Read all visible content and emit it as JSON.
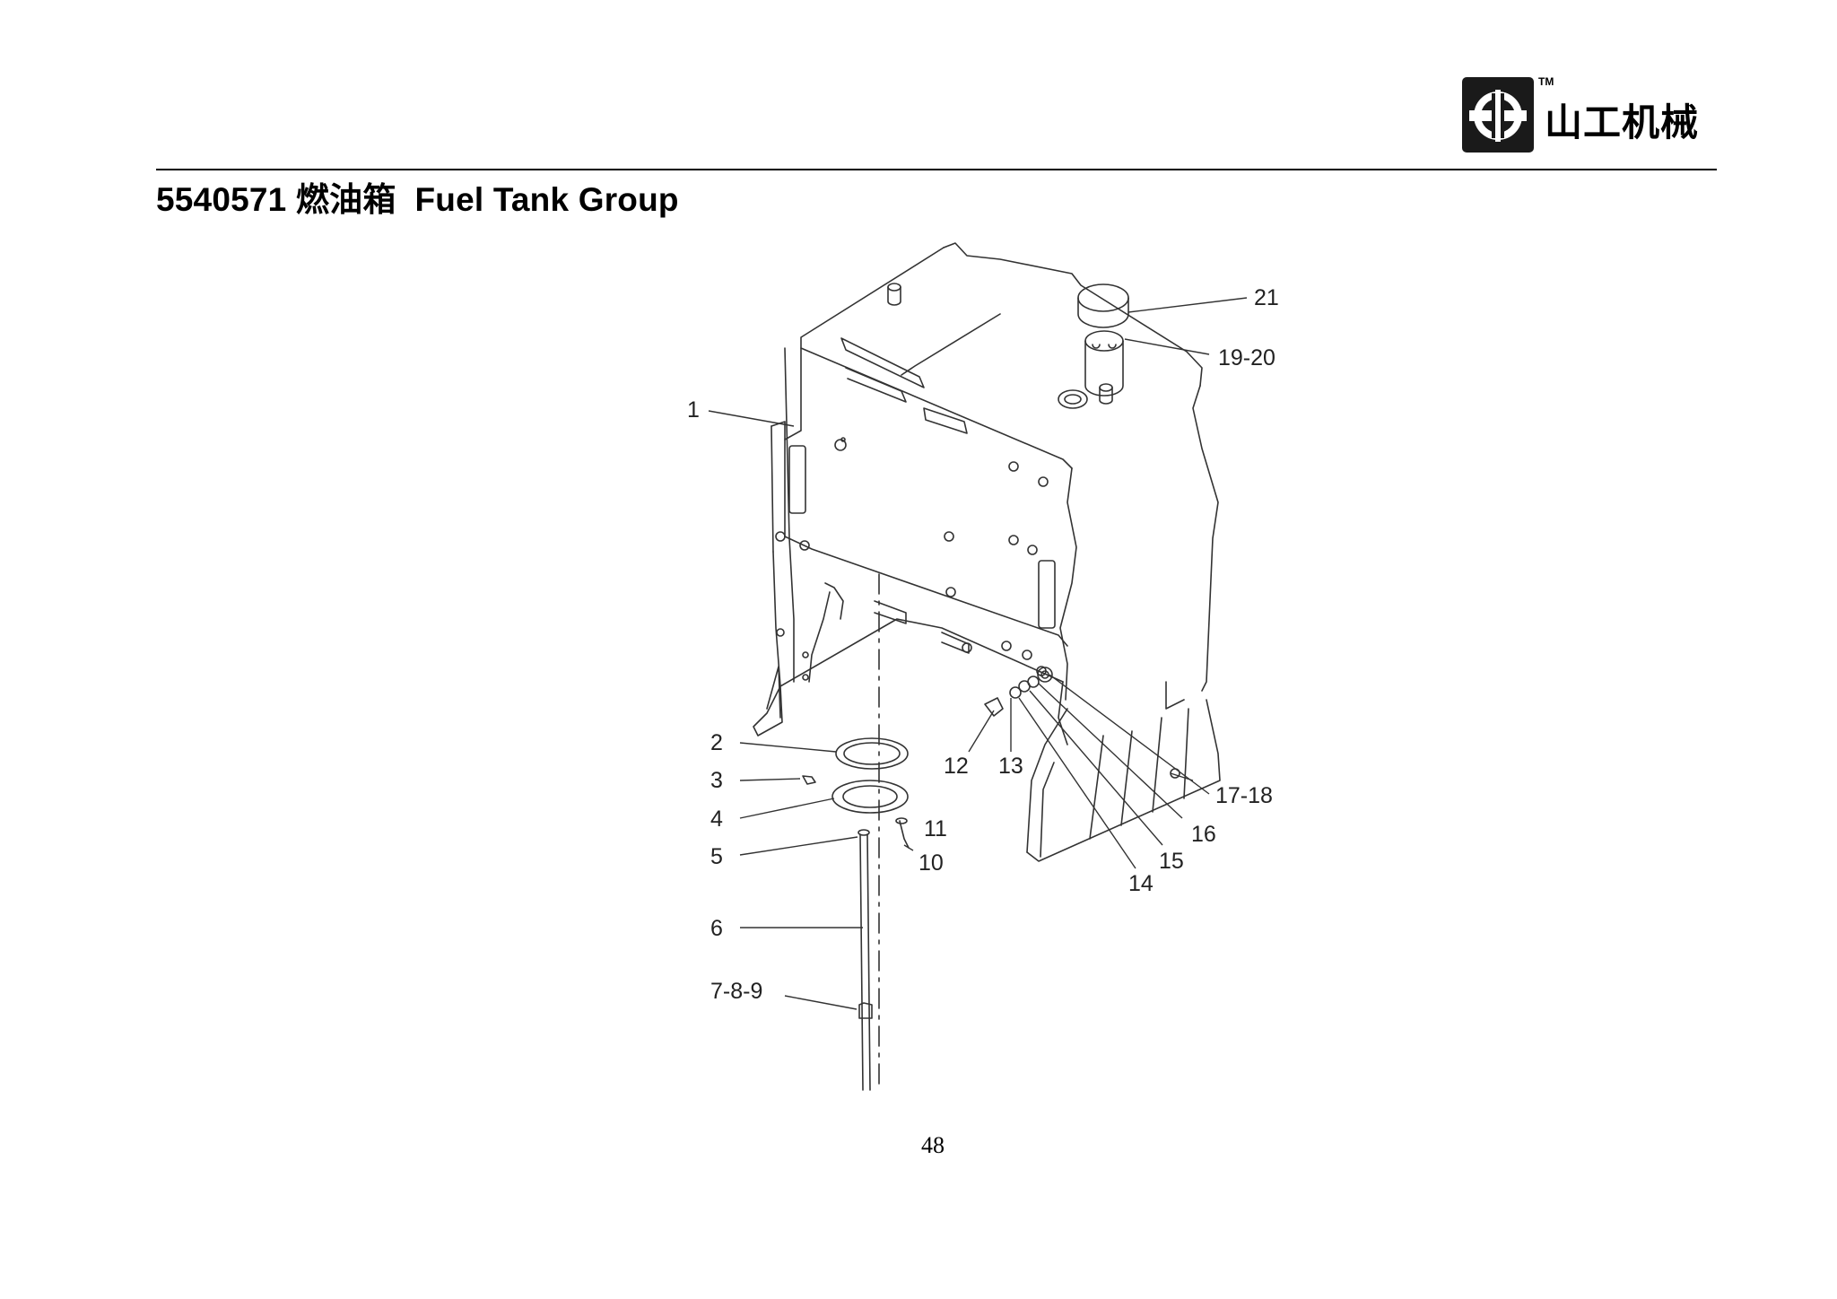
{
  "header": {
    "title": "5540571 燃油箱  Fuel Tank Group",
    "logo": {
      "brand_text": "山工机械",
      "trademark": "TM",
      "icon": "sdlg-logo-icon"
    }
  },
  "diagram": {
    "callouts": [
      "1",
      "2",
      "3",
      "4",
      "5",
      "6",
      "7-8-9",
      "10",
      "11",
      "12",
      "13",
      "14",
      "15",
      "16",
      "17-18",
      "19-20",
      "21"
    ]
  },
  "footer": {
    "page_number": "48"
  }
}
